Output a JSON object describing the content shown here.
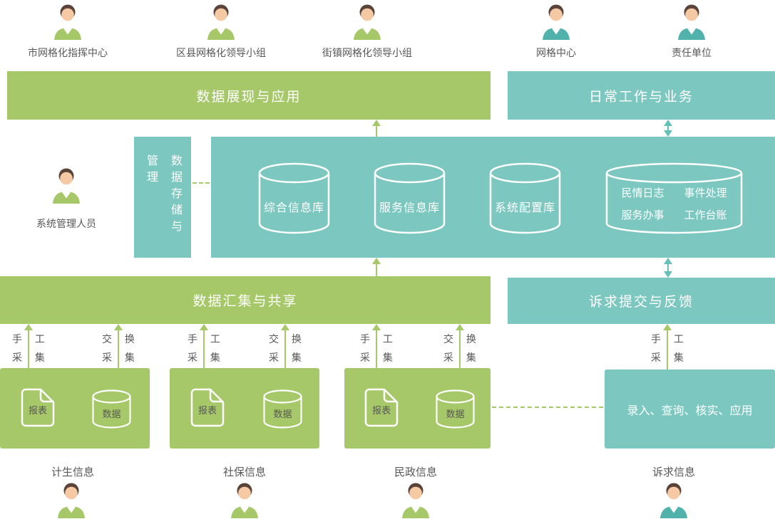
{
  "colors": {
    "green": "#a6c869",
    "teal": "#7cc7c0",
    "teal_arrow": "#66c0b8",
    "person_teal_body": "#50b2aa",
    "text": "#595757",
    "white": "#ffffff"
  },
  "top_actors": [
    {
      "label": "市网格化指挥中心",
      "variant": "green"
    },
    {
      "label": "区县网格化领导小组",
      "variant": "green"
    },
    {
      "label": "街镇网格化领导小组",
      "variant": "green"
    },
    {
      "label": "网格中心",
      "variant": "teal"
    },
    {
      "label": "责任单位",
      "variant": "teal"
    }
  ],
  "layers": {
    "display_app": "数据展现与应用",
    "daily_work": "日常工作与业务",
    "storage_side": "数据存储与管理",
    "data_collection": "数据汇集与共享",
    "appeal_feedback": "诉求提交与反馈"
  },
  "admin": {
    "label": "系统管理人员"
  },
  "databases": [
    "综合信息库",
    "服务信息库",
    "系统配置库"
  ],
  "business_items": {
    "row1": [
      "民情日志",
      "事件处理"
    ],
    "row2": [
      "服务办事",
      "工作台账"
    ]
  },
  "collect": {
    "manual_line1": "手 工",
    "manual_line2": "采 集",
    "exchange_line1": "交 换",
    "exchange_line2": "采 集"
  },
  "sources": [
    {
      "label": "计生信息",
      "doc": "报表",
      "db": "数据"
    },
    {
      "label": "社保信息",
      "doc": "报表",
      "db": "数据"
    },
    {
      "label": "民政信息",
      "doc": "报表",
      "db": "数据"
    }
  ],
  "appeal": {
    "box_text": "录入、查询、核实、应用",
    "label": "诉求信息"
  }
}
